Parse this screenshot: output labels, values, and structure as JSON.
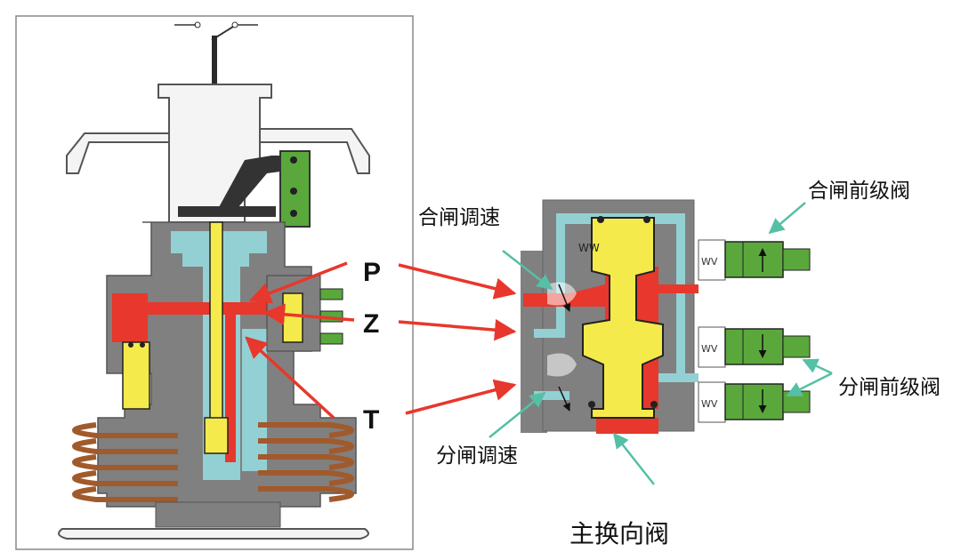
{
  "labels": {
    "port_p": "P",
    "port_z": "Z",
    "port_t": "T",
    "closing_speed": "合闸调速",
    "opening_speed": "分闸调速",
    "closing_pilot": "合闸前级阀",
    "opening_pilot": "分闸前级阀",
    "main_valve": "主换向阀"
  },
  "colors": {
    "pressure": "#e8372c",
    "return": "#93d0d3",
    "body": "#7f7f7f",
    "spool": "#f5ea4b",
    "pilot": "#5aa83c",
    "spring": "#a05a2c",
    "teal_arrow": "#55c0a6"
  }
}
